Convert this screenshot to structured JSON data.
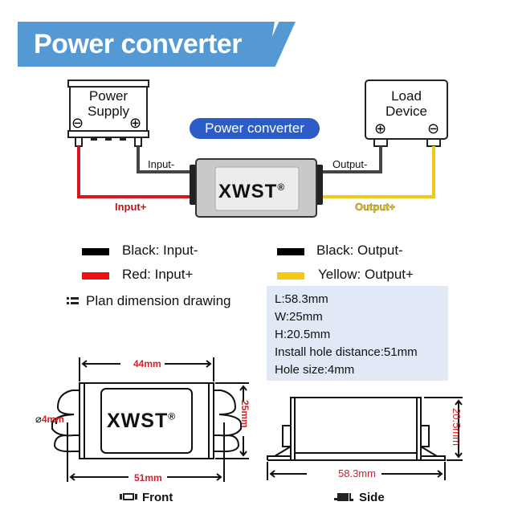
{
  "banner": {
    "title": "Power converter",
    "color": "#5499d3"
  },
  "wiring": {
    "power_supply": {
      "label_line1": "Power",
      "label_line2": "Supply",
      "neg_symbol": "⊖",
      "pos_symbol": "⊕"
    },
    "load_device": {
      "label_line1": "Load",
      "label_line2": "Device",
      "pos_symbol": "⊕",
      "neg_symbol": "⊖"
    },
    "converter_pill": "Power converter",
    "converter_brand": "XWST",
    "registered_mark": "®",
    "labels": {
      "input_minus": "Input-",
      "input_plus": "Input+",
      "output_minus": "Output-",
      "output_plus": "Output+"
    },
    "colors": {
      "black": "#222222",
      "red": "#d8141c",
      "yellow": "#f2c81a"
    }
  },
  "legend": [
    {
      "color": "#000000",
      "text": "Black: Input-"
    },
    {
      "color": "#ee1111",
      "text": "Red: Input+"
    },
    {
      "color": "#000000",
      "text": "Black: Output-"
    },
    {
      "color": "#f7c814",
      "text": "Yellow: Output+"
    }
  ],
  "plan": {
    "title": "Plan dimension drawing"
  },
  "specs": [
    "L:58.3mm",
    "W:25mm",
    "H:20.5mm",
    "Install hole distance:51mm",
    "Hole size:4mm"
  ],
  "front_view": {
    "width_top": "44mm",
    "width_bottom": "51mm",
    "height": "25mm",
    "hole_symbol": "⌀",
    "hole": "4mm",
    "brand": "XWST",
    "registered_mark": "®",
    "caption": "Front"
  },
  "side_view": {
    "length": "58.3mm",
    "height": "20.5mm",
    "caption": "Side"
  }
}
